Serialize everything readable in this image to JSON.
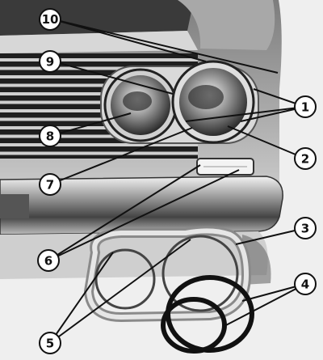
{
  "callouts": [
    {
      "id": "1",
      "label": "1"
    },
    {
      "id": "2",
      "label": "2"
    },
    {
      "id": "3",
      "label": "3"
    },
    {
      "id": "4",
      "label": "4"
    },
    {
      "id": "5",
      "label": "5"
    },
    {
      "id": "6",
      "label": "6"
    },
    {
      "id": "7",
      "label": "7"
    },
    {
      "id": "8",
      "label": "8"
    },
    {
      "id": "9",
      "label": "9"
    },
    {
      "id": "10",
      "label": "10"
    }
  ],
  "colors": {
    "background": "#efefef",
    "body_paint": "#b9b9b9",
    "grille_dark": "#2a2a2a",
    "chrome": "#e8e8e8",
    "ink": "#111111"
  }
}
